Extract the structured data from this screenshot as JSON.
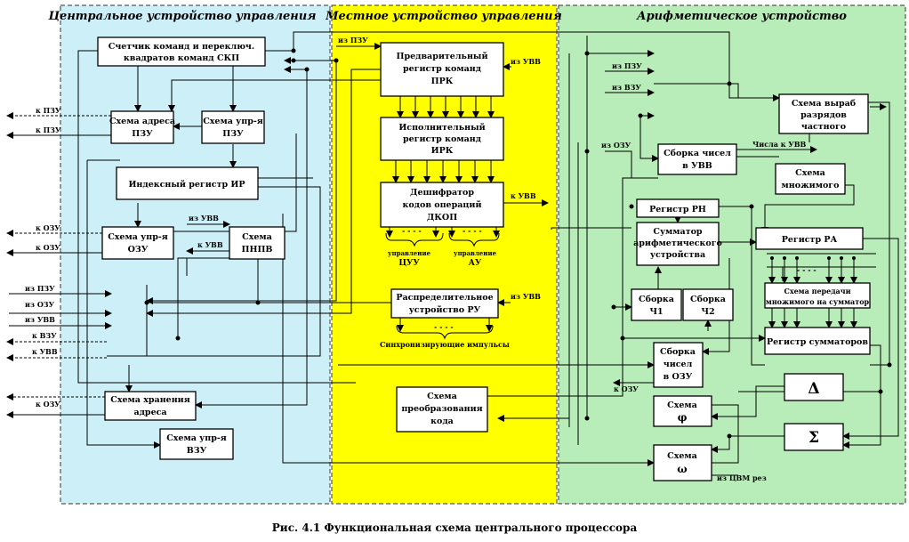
{
  "caption": "Рис. 4.1 Функциональная схема центрального процессора",
  "colors": {
    "cu": "#cdf0f8",
    "lcu": "#ffff00",
    "alu": "#b8ecb8"
  },
  "regions": {
    "cu": "Центральное устройство управления",
    "lcu": "Местное устройство управления",
    "alu": "Арифметическое устройство"
  },
  "blocks": {
    "skp": [
      "Счетчик команд и переключ.",
      "квадратов команд СКП"
    ],
    "sap": [
      "Схема адреса",
      "ПЗУ"
    ],
    "sup_pzu": [
      "Схема упр-я",
      "ПЗУ"
    ],
    "ir": [
      "Индексный регистр ИР"
    ],
    "sup_ozu": [
      "Схема упр-я",
      "ОЗУ"
    ],
    "pnpv": [
      "Схема",
      "ПНПВ"
    ],
    "sha": [
      "Схема хранения",
      "адреса"
    ],
    "sup_vzu": [
      "Схема упр-я",
      "ВЗУ"
    ],
    "prk": [
      "Предварительный",
      "регистр команд",
      "ПРК"
    ],
    "irk": [
      "Исполнительный",
      "регистр команд",
      "ИРК"
    ],
    "dkop": [
      "Дешифратор",
      "кодов операций",
      "ДКОП"
    ],
    "ru": [
      "Распределительное",
      "устройство РУ"
    ],
    "spk": [
      "Схема",
      "преобразования",
      "кода"
    ],
    "svrch": [
      "Схема выраб",
      "разрядов",
      "частного"
    ],
    "schuvv": [
      "Сборка чисел",
      "в УВВ"
    ],
    "smn": [
      "Схема",
      "множимого"
    ],
    "rn": [
      "Регистр РН"
    ],
    "sum": [
      "Сумматор",
      "арифметического",
      "устройства"
    ],
    "ra": [
      "Регистр РА"
    ],
    "spm": [
      "Схема передачи",
      "множимого на сумматор"
    ],
    "ch1": [
      "Сборка",
      "Ч1"
    ],
    "ch2": [
      "Сборка",
      "Ч2"
    ],
    "rs": [
      "Регистр сумматоров"
    ],
    "schozu": [
      "Сборка",
      "чисел",
      "в ОЗУ"
    ],
    "delta": [
      "Δ"
    ],
    "phi": [
      "Схема",
      "φ"
    ],
    "sigma": [
      "Σ"
    ],
    "omega": [
      "Схема",
      "ω"
    ]
  },
  "labels": {
    "to_pzu": "к ПЗУ",
    "to_pzu2": "к ПЗУ",
    "to_ozu": "к ОЗУ",
    "to_ozu2": "к ОЗУ",
    "to_ozu3": "к ОЗУ",
    "from_uvv_pnpv": "из УВВ",
    "to_uvv_pnpv": "к УВВ",
    "from_pzu_l": "из ПЗУ",
    "from_ozu_l": "из ОЗУ",
    "from_uvv_l": "из УВВ",
    "to_vzu_l": "к ВЗУ",
    "to_uvv_l": "к УВВ",
    "from_pzu_prk": "из ПЗУ",
    "from_uvv_prk": "из УВВ",
    "to_uvv_dkop": "к УВВ",
    "ctrl_cuu": [
      "управление",
      "ЦУУ"
    ],
    "ctrl_au": [
      "управление",
      "АУ"
    ],
    "from_uvv_ru": "из УВВ",
    "sync": "Синхронизирующие импульсы",
    "from_pzu_a": "из ПЗУ",
    "from_vzu_a": "из ВЗУ",
    "from_ozu_a": "из ОЗУ",
    "numbers_uvv": "Числа к УВВ",
    "to_ozu_a": "к ОЗУ",
    "from_cvm": "из ЦВМ рез",
    "dashes": "- - - -"
  }
}
